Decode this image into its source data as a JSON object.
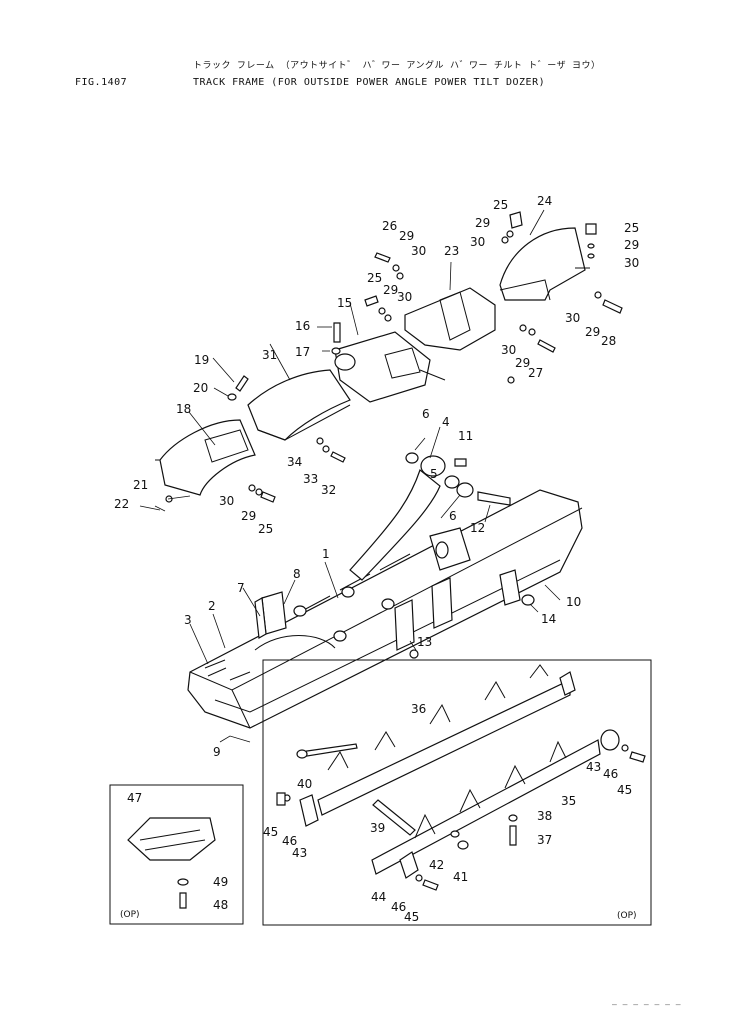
{
  "header": {
    "japanese_title": "トラック フレーム （アウトサイト゛ ハ゛ワー アングル ハ゛ワー チルト ト゛ーザ ヨウ）",
    "figure_number": "FIG.1407",
    "title": "TRACK FRAME (FOR OUTSIDE POWER ANGLE POWER TILT DOZER)"
  },
  "option_tag": "(OP)",
  "footer_code": "— — —  — — —  —",
  "callouts": [
    {
      "id": "c1",
      "text": "1"
    },
    {
      "id": "c2",
      "text": "2"
    },
    {
      "id": "c3",
      "text": "3"
    },
    {
      "id": "c4",
      "text": "4"
    },
    {
      "id": "c5",
      "text": "5"
    },
    {
      "id": "c6a",
      "text": "6"
    },
    {
      "id": "c6b",
      "text": "6"
    },
    {
      "id": "c7",
      "text": "7"
    },
    {
      "id": "c8",
      "text": "8"
    },
    {
      "id": "c9",
      "text": "9"
    },
    {
      "id": "c10",
      "text": "10"
    },
    {
      "id": "c11",
      "text": "11"
    },
    {
      "id": "c12",
      "text": "12"
    },
    {
      "id": "c13",
      "text": "13"
    },
    {
      "id": "c14",
      "text": "14"
    },
    {
      "id": "c15",
      "text": "15"
    },
    {
      "id": "c16",
      "text": "16"
    },
    {
      "id": "c17",
      "text": "17"
    },
    {
      "id": "c18",
      "text": "18"
    },
    {
      "id": "c19",
      "text": "19"
    },
    {
      "id": "c20",
      "text": "20"
    },
    {
      "id": "c21",
      "text": "21"
    },
    {
      "id": "c22",
      "text": "22"
    },
    {
      "id": "c23",
      "text": "23"
    },
    {
      "id": "c24",
      "text": "24"
    },
    {
      "id": "c25a",
      "text": "25"
    },
    {
      "id": "c25b",
      "text": "25"
    },
    {
      "id": "c25c",
      "text": "25"
    },
    {
      "id": "c25d",
      "text": "25"
    },
    {
      "id": "c26",
      "text": "26"
    },
    {
      "id": "c27",
      "text": "27"
    },
    {
      "id": "c28",
      "text": "28"
    },
    {
      "id": "c29a",
      "text": "29"
    },
    {
      "id": "c29b",
      "text": "29"
    },
    {
      "id": "c29c",
      "text": "29"
    },
    {
      "id": "c29d",
      "text": "29"
    },
    {
      "id": "c29e",
      "text": "29"
    },
    {
      "id": "c29f",
      "text": "29"
    },
    {
      "id": "c29g",
      "text": "29"
    },
    {
      "id": "c30a",
      "text": "30"
    },
    {
      "id": "c30b",
      "text": "30"
    },
    {
      "id": "c30c",
      "text": "30"
    },
    {
      "id": "c30d",
      "text": "30"
    },
    {
      "id": "c30e",
      "text": "30"
    },
    {
      "id": "c30f",
      "text": "30"
    },
    {
      "id": "c30g",
      "text": "30"
    },
    {
      "id": "c31",
      "text": "31"
    },
    {
      "id": "c32",
      "text": "32"
    },
    {
      "id": "c33",
      "text": "33"
    },
    {
      "id": "c34",
      "text": "34"
    },
    {
      "id": "c35",
      "text": "35"
    },
    {
      "id": "c36",
      "text": "36"
    },
    {
      "id": "c37",
      "text": "37"
    },
    {
      "id": "c38",
      "text": "38"
    },
    {
      "id": "c39",
      "text": "39"
    },
    {
      "id": "c40",
      "text": "40"
    },
    {
      "id": "c41",
      "text": "41"
    },
    {
      "id": "c42",
      "text": "42"
    },
    {
      "id": "c43a",
      "text": "43"
    },
    {
      "id": "c43b",
      "text": "43"
    },
    {
      "id": "c44",
      "text": "44"
    },
    {
      "id": "c45a",
      "text": "45"
    },
    {
      "id": "c45b",
      "text": "45"
    },
    {
      "id": "c45c",
      "text": "45"
    },
    {
      "id": "c46a",
      "text": "46"
    },
    {
      "id": "c46b",
      "text": "46"
    },
    {
      "id": "c46c",
      "text": "46"
    },
    {
      "id": "c47",
      "text": "47"
    },
    {
      "id": "c48",
      "text": "48"
    },
    {
      "id": "c49",
      "text": "49"
    }
  ]
}
